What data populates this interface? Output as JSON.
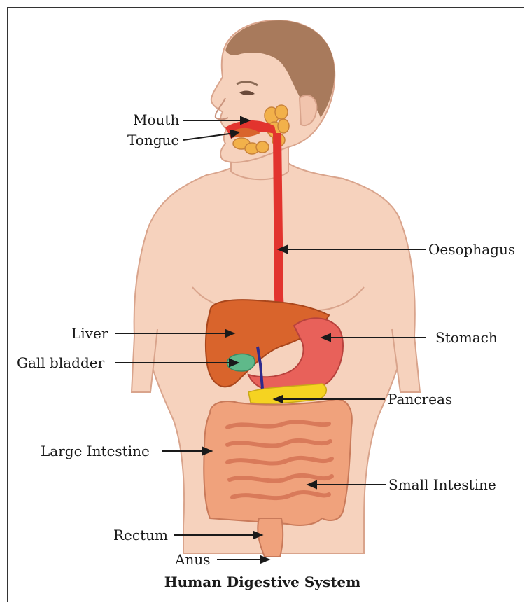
{
  "caption": "Human Digestive System",
  "labels": {
    "mouth": "Mouth",
    "tongue": "Tongue",
    "oesophagus": "Oesophagus",
    "liver": "Liver",
    "stomach": "Stomach",
    "gall_bladder": "Gall bladder",
    "pancreas": "Pancreas",
    "large_intestine": "Large Intestine",
    "small_intestine": "Small Intestine",
    "rectum": "Rectum",
    "anus": "Anus"
  },
  "colors": {
    "skin": "#f6d2bd",
    "skin_outline": "#d9a48c",
    "hair": "#a87a5c",
    "oesophagus": "#e2342e",
    "liver": "#d9642c",
    "stomach": "#e8615a",
    "gall_bladder": "#5fb98a",
    "pancreas": "#f5d321",
    "intestine": "#f0a27c",
    "glands": "#f2b14a",
    "bile_duct": "#2e2a8c"
  }
}
